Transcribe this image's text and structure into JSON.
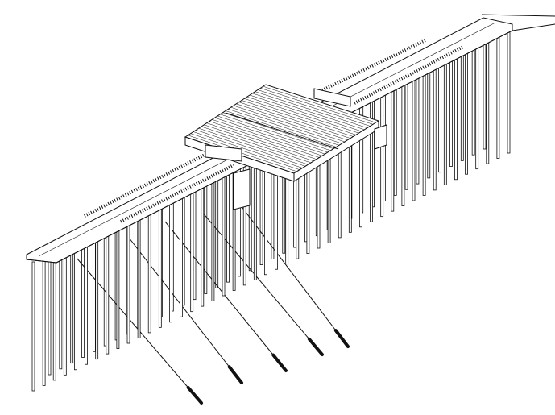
{
  "drawing": {
    "subject": "pier-structure-isometric",
    "line_color": "#111111",
    "fill_color": "#ffffff",
    "front_pile_count": 46,
    "back_pile_count": 40,
    "anchor_rod_count": 5
  }
}
